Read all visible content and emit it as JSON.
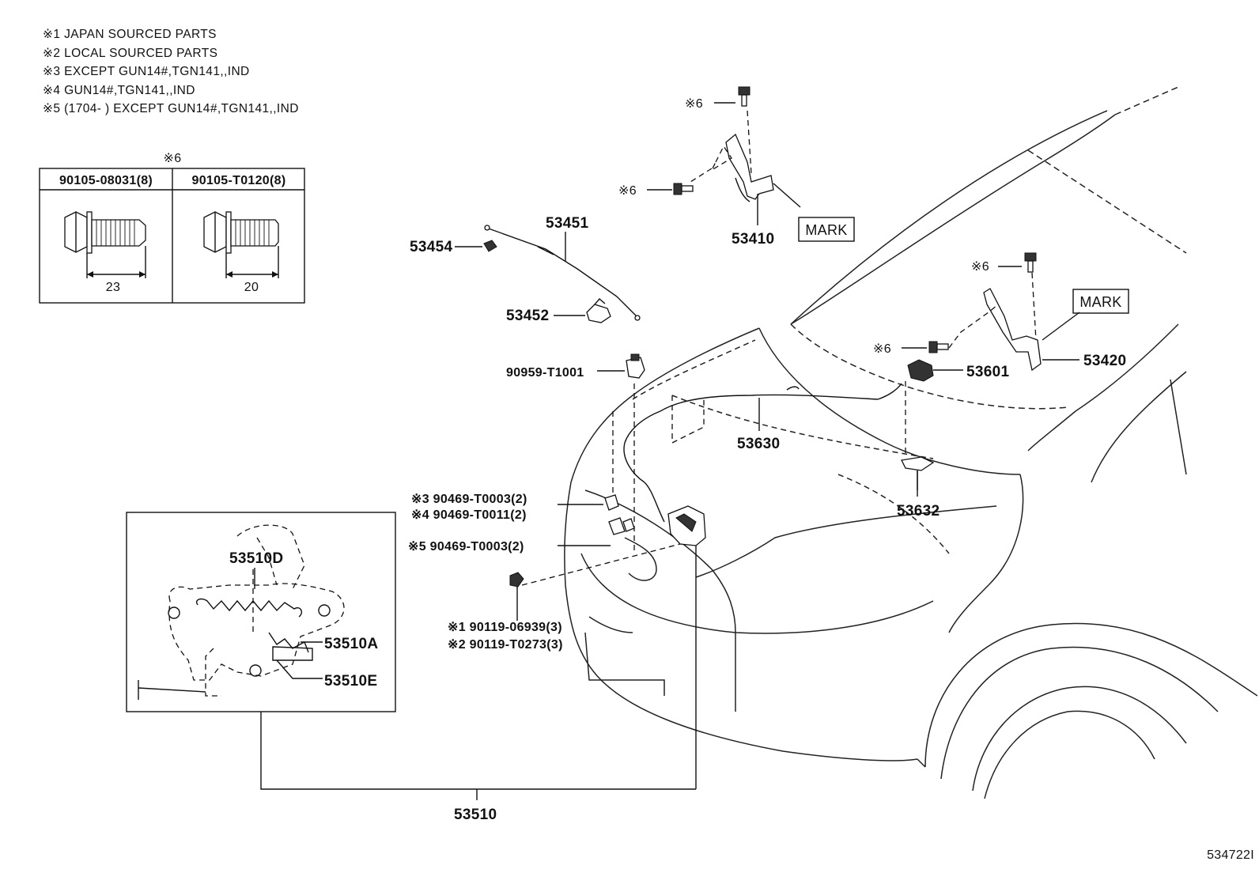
{
  "notes": [
    "※1 JAPAN SOURCED PARTS",
    "※2 LOCAL SOURCED PARTS",
    "※3 EXCEPT GUN14#,TGN141,,IND",
    "※4 GUN14#,TGN141,,IND",
    "※5 (1704-      ) EXCEPT GUN14#,TGN141,,IND"
  ],
  "bolt_table": {
    "marker": "※6",
    "col1_part": "90105-08031(8)",
    "col1_len": "23",
    "col2_part": "90105-T0120(8)",
    "col2_len": "20"
  },
  "labels": {
    "p53410": "53410",
    "p53420": "53420",
    "p53451": "53451",
    "p53454": "53454",
    "p53452": "53452",
    "p90959": "90959-T1001",
    "p53630": "53630",
    "p53601": "53601",
    "p53632": "53632",
    "p90469a": "※3 90469-T0003(2)",
    "p90469b": "※4 90469-T0011(2)",
    "p90469c": "※5 90469-T0003(2)",
    "p90119a": "※1  90119-06939(3)",
    "p90119b": "※2  90119-T0273(3)",
    "p53510": "53510",
    "p53510D": "53510D",
    "p53510A": "53510A",
    "p53510E": "53510E",
    "mark1": "MARK",
    "mark2": "MARK",
    "m6a": "※6",
    "m6b": "※6",
    "m6c": "※6",
    "m6d": "※6",
    "figure_id": "534722I"
  }
}
